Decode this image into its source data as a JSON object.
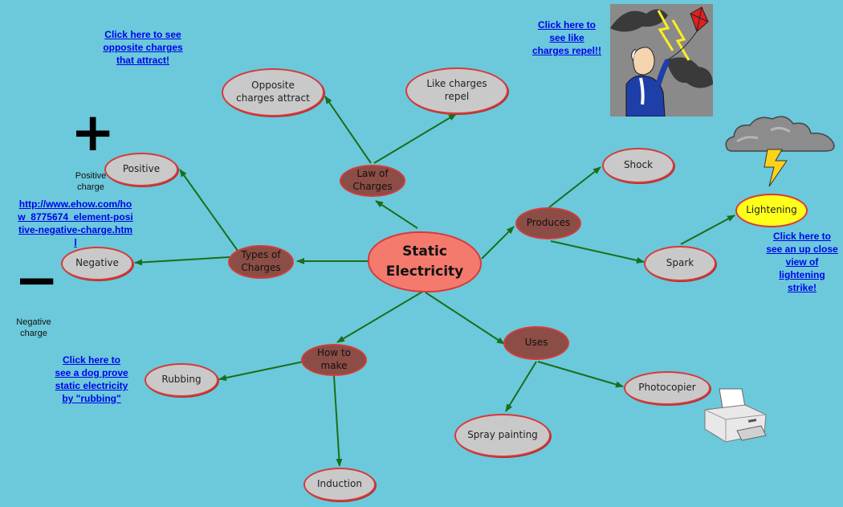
{
  "center": "Static\nElectricity",
  "nodes": {
    "law_of_charges": "Law of\nCharges",
    "produces": "Produces",
    "types_of_charges": "Types of\nCharges",
    "how_to_make": "How to\nmake",
    "uses": "Uses",
    "opposite_charges_attract": "Opposite\ncharges attract",
    "like_charges_repel": "Like charges\nrepel",
    "shock": "Shock",
    "spark": "Spark",
    "lightening": "Lightening",
    "positive": "Positive",
    "negative": "Negative",
    "rubbing": "Rubbing",
    "induction": "Induction",
    "spray_painting": "Spray painting",
    "photocopier": "Photocopier"
  },
  "links": {
    "opposite_attract": "Click here to see opposite charges that attract!",
    "like_repel": "Click here to see like charges repel!!",
    "lightening_strike": "Click here to see an up close view of lightening strike!",
    "ehow": "http://www.ehow.com/how_8775674_element-positive-negative-charge.html",
    "dog_rubbing": "Click here to see a dog prove static electricity by \"rubbing\""
  },
  "labels": {
    "positive_charge": "Positive\ncharge",
    "negative_charge": "Negative\ncharge",
    "plus_symbol": "+",
    "minus_symbol": "−"
  },
  "colors": {
    "background": "#6bc9db",
    "cloud_fill": "#c9c9c9",
    "border": "#d63a3a",
    "center_fill": "#f47a6e",
    "oval_fill": "#8b4d45",
    "lightening_fill": "#ffff1a",
    "arrow": "#1a6e1a",
    "link": "#0000ee"
  },
  "icons": [
    "benjamin-franklin-kite-icon",
    "storm-cloud-lightning-icon",
    "printer-icon"
  ]
}
